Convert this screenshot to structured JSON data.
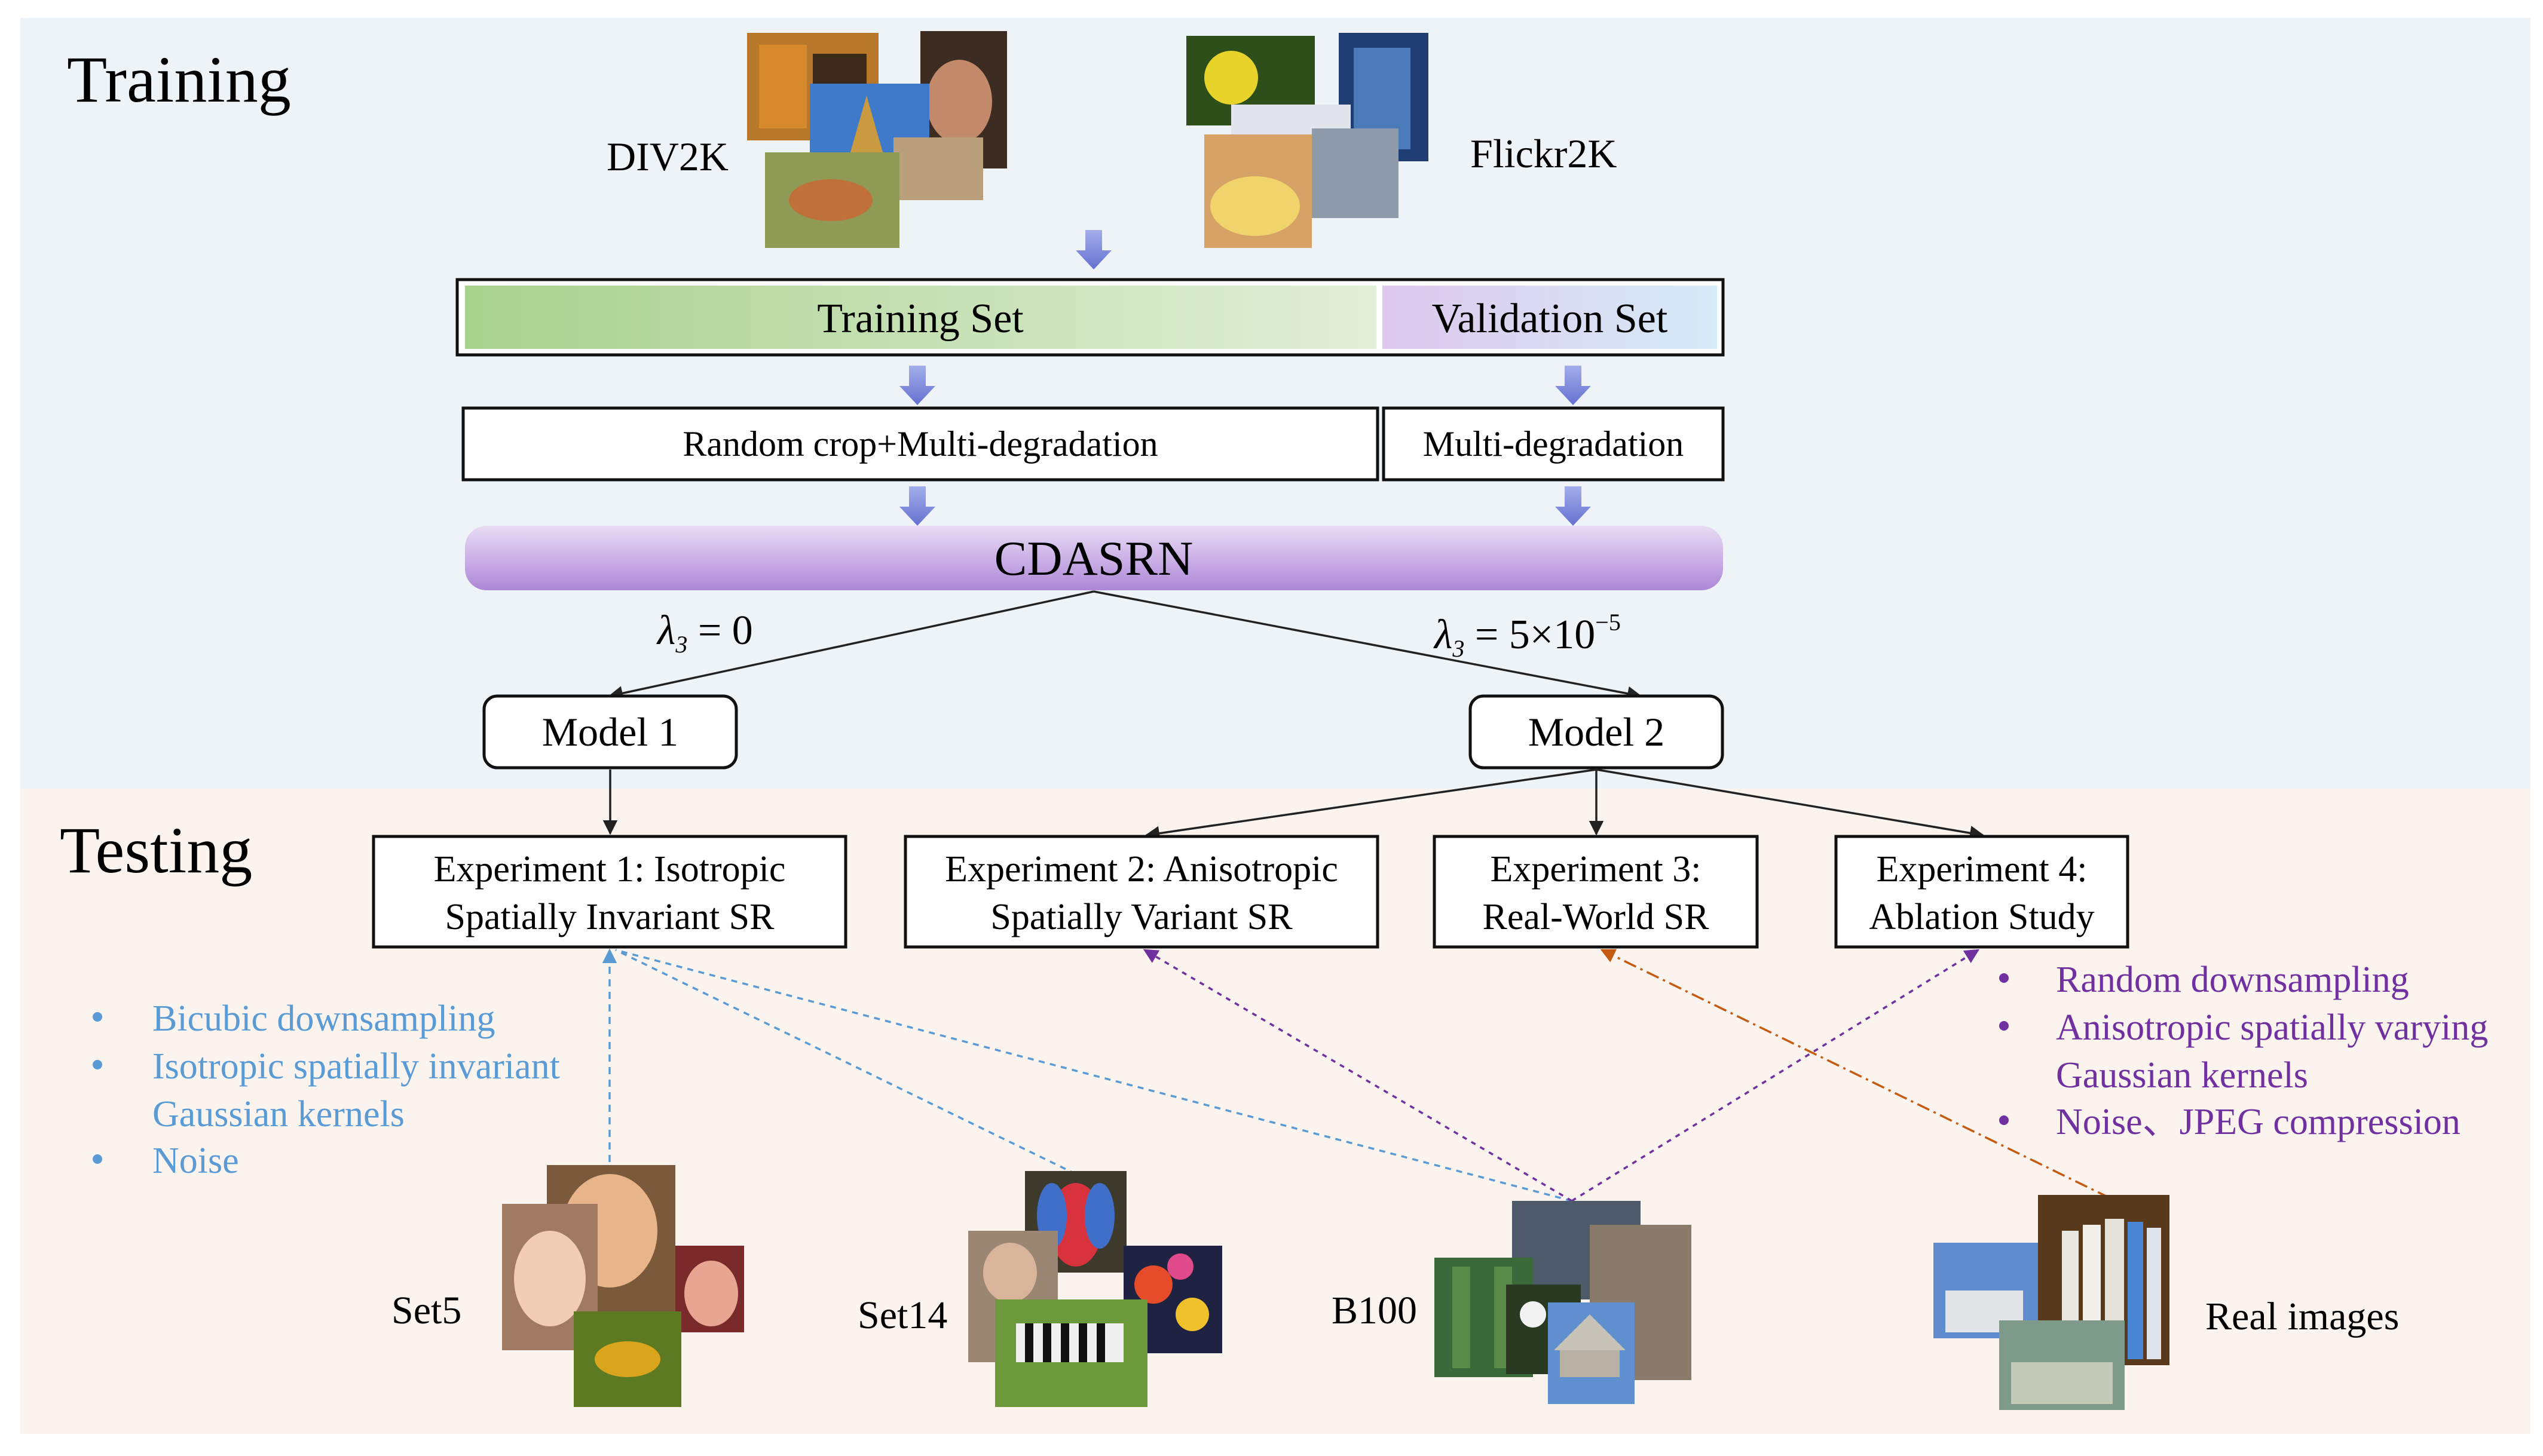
{
  "sections": {
    "training_title": "Training",
    "testing_title": "Testing"
  },
  "datasets": {
    "div2k": "DIV2K",
    "flickr2k": "Flickr2K",
    "set5": "Set5",
    "set14": "Set14",
    "b100": "B100",
    "real": "Real images"
  },
  "split": {
    "training_set": "Training Set",
    "validation_set": "Validation Set"
  },
  "preprocess": {
    "train": "Random crop+Multi-degradation",
    "val": "Multi-degradation"
  },
  "network": "CDASRN",
  "lambda": {
    "left_symbol": "λ",
    "left_sub": "3",
    "left_rest": " = 0",
    "right_symbol": "λ",
    "right_sub": "3",
    "right_rest": " = 5×10",
    "right_exp": "−5"
  },
  "models": {
    "m1": "Model 1",
    "m2": "Model 2"
  },
  "experiments": [
    {
      "line1": "Experiment 1: Isotropic",
      "line2": "Spatially Invariant SR"
    },
    {
      "line1": "Experiment 2:  Anisotropic",
      "line2": "Spatially Variant SR"
    },
    {
      "line1": "Experiment 3:",
      "line2": "Real-World SR"
    },
    {
      "line1": "Experiment 4:",
      "line2": "Ablation Study"
    }
  ],
  "left_bullets": [
    "Bicubic downsampling",
    "Isotropic spatially invariant",
    "Gaussian kernels",
    "Noise"
  ],
  "right_bullets": [
    "Random downsampling",
    "Anisotropic spatially varying",
    "Gaussian kernels",
    "Noise、JPEG compression"
  ],
  "colors": {
    "training_bg": "#eef3f8",
    "testing_bg": "#fbf3ee",
    "blue_text": "#5b9bd5",
    "purple_text": "#7030a0",
    "orange_line": "#c55a11",
    "arrow_fill": "#7b83d8"
  }
}
